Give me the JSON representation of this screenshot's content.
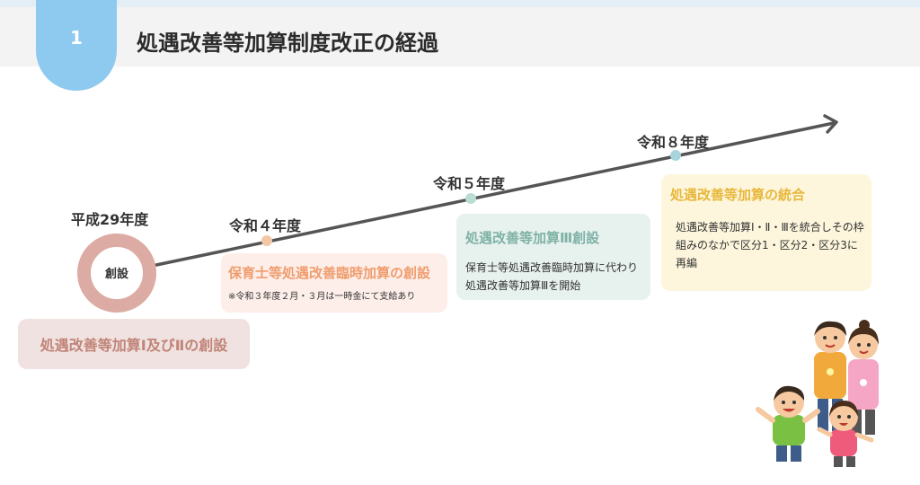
{
  "header": {
    "number": "1",
    "title": "処遇改善等加算制度改正の経過"
  },
  "timeline": {
    "milestones": [
      {
        "year": "平成29年度",
        "node_label": "創設",
        "box_title": "処遇改善等加算Ⅰ及びⅡの創設",
        "box_color": "#f0e2e0",
        "title_color": "#c08478"
      },
      {
        "year": "令和４年度",
        "box_title": "保育士等処遇改善臨時加算の創設",
        "box_note": "※令和３年度２月・３月は一時金にて支給あり",
        "box_color": "#fdeee9",
        "title_color": "#ef9d6e",
        "dot_color": "#f2c7a6"
      },
      {
        "year": "令和５年度",
        "box_title": "処遇改善等加算Ⅲ創設",
        "box_body": "保育士等処遇改善臨時加算に代わり処遇改善等加算Ⅲを開始",
        "box_color": "#e7f1ee",
        "title_color": "#7fb2a5",
        "dot_color": "#b9dcd3"
      },
      {
        "year": "令和８年度",
        "box_title": "処遇改善等加算の統合",
        "box_body": "処遇改善等加算Ⅰ・Ⅱ・Ⅲを統合しその枠組みのなかで区分1・区分2・区分3に再編",
        "box_color": "#fdf6dc",
        "title_color": "#e8b83c",
        "dot_color": "#a9d4dc"
      }
    ],
    "line_color": "#555555"
  },
  "illustration": {
    "icon": "family-illustration-icon"
  }
}
